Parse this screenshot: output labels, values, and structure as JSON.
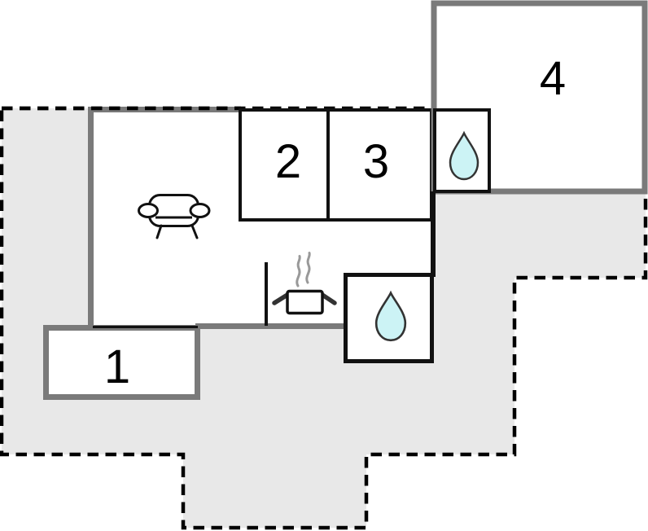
{
  "floorplan": {
    "name": "holiday-home-floor-plan",
    "rooms": [
      {
        "id": "room-1",
        "label": "1"
      },
      {
        "id": "room-2",
        "label": "2"
      },
      {
        "id": "room-3",
        "label": "3"
      },
      {
        "id": "room-4",
        "label": "4"
      }
    ],
    "icons": [
      {
        "name": "sofa-icon"
      },
      {
        "name": "cooking-pot-icon"
      },
      {
        "name": "steam-icon"
      },
      {
        "name": "water-drop-icon-top"
      },
      {
        "name": "water-drop-icon-bottom"
      }
    ],
    "colors": {
      "plot_fill": "#e8e8e8",
      "plot_outline": "#000000",
      "outer_wall": "#7a7a7a",
      "inner_wall": "#111111",
      "water_drop_fill": "#ccf3f5",
      "water_drop_stroke": "#333333",
      "steam": "#999999",
      "background": "#ffffff"
    }
  }
}
